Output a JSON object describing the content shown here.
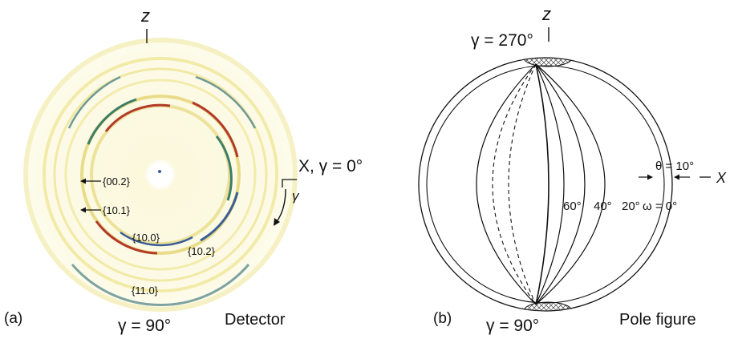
{
  "panel_a": {
    "tag": "(a)",
    "axis_z": "z",
    "x_axis_label": "X, γ = 0°",
    "gamma_symbol": "γ",
    "bottom_label": "γ = 90°",
    "caption": "Detector",
    "rings": [
      {
        "label": "{00.2}"
      },
      {
        "label": "{10.1}"
      },
      {
        "label": "{10.0}"
      },
      {
        "label": "{10.2}"
      },
      {
        "label": "{11.0}"
      }
    ]
  },
  "panel_b": {
    "tag": "(b)",
    "axis_z": "z",
    "top_label": "γ = 270°",
    "bottom_label": "γ = 90°",
    "caption": "Pole figure",
    "theta_label": "θ = 10°",
    "axis_x": "X",
    "omega_labels": [
      "60°",
      "40°",
      "20°",
      "ω = 0°"
    ]
  },
  "colors": {
    "ring_base": "#f4efb0",
    "ring_red": "#b23a2a",
    "ring_green": "#3c7d6a",
    "ring_blue": "#3b5e98",
    "line": "#111111"
  }
}
